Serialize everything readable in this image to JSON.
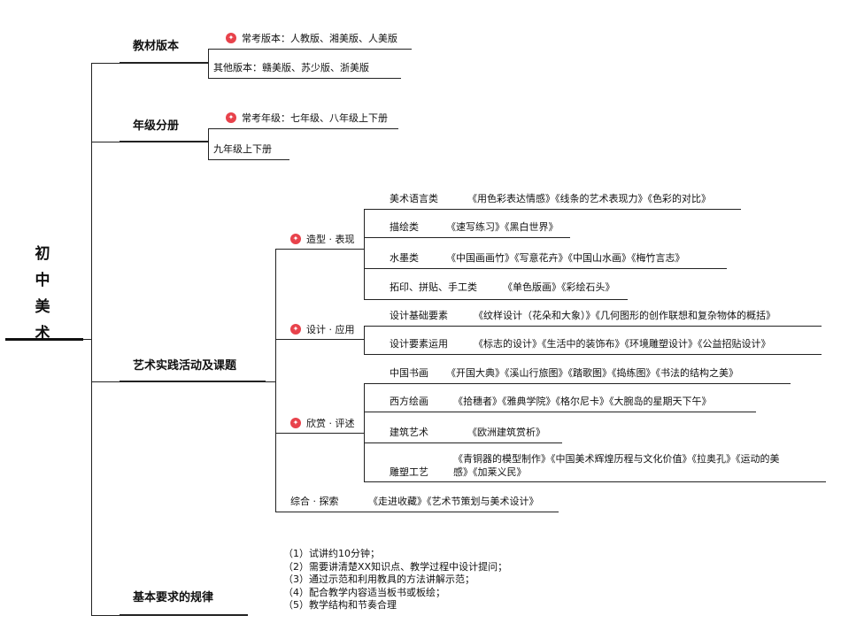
{
  "root": {
    "title": "初中美术",
    "chars": [
      "初",
      "中",
      "美",
      "术"
    ]
  },
  "branches": {
    "textbook": {
      "title": "教材版本",
      "common": "常考版本：人教版、湘美版、人美版",
      "other": "其他版本：赣美版、苏少版、浙美版"
    },
    "grade": {
      "title": "年级分册",
      "common": "常考年级：七年级、八年级上下册",
      "other": "九年级上下册"
    },
    "practice": {
      "title": "艺术实践活动及课题",
      "shaping": {
        "title": "造型 · 表现",
        "items": [
          {
            "label": "美术语言类",
            "content": "《用色彩表达情感》《线条的艺术表现力》《色彩的对比》"
          },
          {
            "label": "描绘类",
            "content": "《速写练习》《黑白世界》"
          },
          {
            "label": "水墨类",
            "content": "《中国画画竹》《写意花卉》《中国山水画》《梅竹言志》"
          },
          {
            "label": "拓印、拼贴、手工类",
            "content": "《单色版画》《彩绘石头》"
          }
        ]
      },
      "design": {
        "title": "设计 · 应用",
        "items": [
          {
            "label": "设计基础要素",
            "content": "《纹样设计（花朵和大象）》《几何图形的创作联想和复杂物体的概括》"
          },
          {
            "label": "设计要素运用",
            "content": "《标志的设计》《生活中的装饰布》《环境雕塑设计》《公益招贴设计》"
          }
        ]
      },
      "appreciation": {
        "title": "欣赏 · 评述",
        "items": [
          {
            "label": "中国书画",
            "content": "《开国大典》《溪山行旅图》《踏歌图》《捣练图》《书法的结构之美》"
          },
          {
            "label": "西方绘画",
            "content": "《拾穗者》《雅典学院》《格尔尼卡》《大腕岛的星期天下午》"
          },
          {
            "label": "建筑艺术",
            "content": "《欧洲建筑赏析》"
          },
          {
            "label": "雕塑工艺",
            "content": "《青铜器的模型制作》《中国美术辉煌历程与文化价值》《拉奥孔》《运动的美",
            "content2": "感》《加莱义民》"
          }
        ]
      },
      "comprehensive": {
        "title": "综合 · 探索",
        "content": "《走进收藏》《艺术节策划与美术设计》"
      }
    },
    "requirements": {
      "title": "基本要求的规律",
      "items": [
        "（1）试讲约10分钟；",
        "（2）需要讲清楚XX知识点、教学过程中设计提问；",
        "（3）通过示范和利用教具的方法讲解示范；",
        "（4）配合教学内容适当板书或板绘；",
        "（5）教学结构和节奏合理"
      ]
    }
  },
  "colors": {
    "star": "#e8424b",
    "line": "#222222"
  },
  "icons": {
    "star": "star-badge-icon"
  }
}
